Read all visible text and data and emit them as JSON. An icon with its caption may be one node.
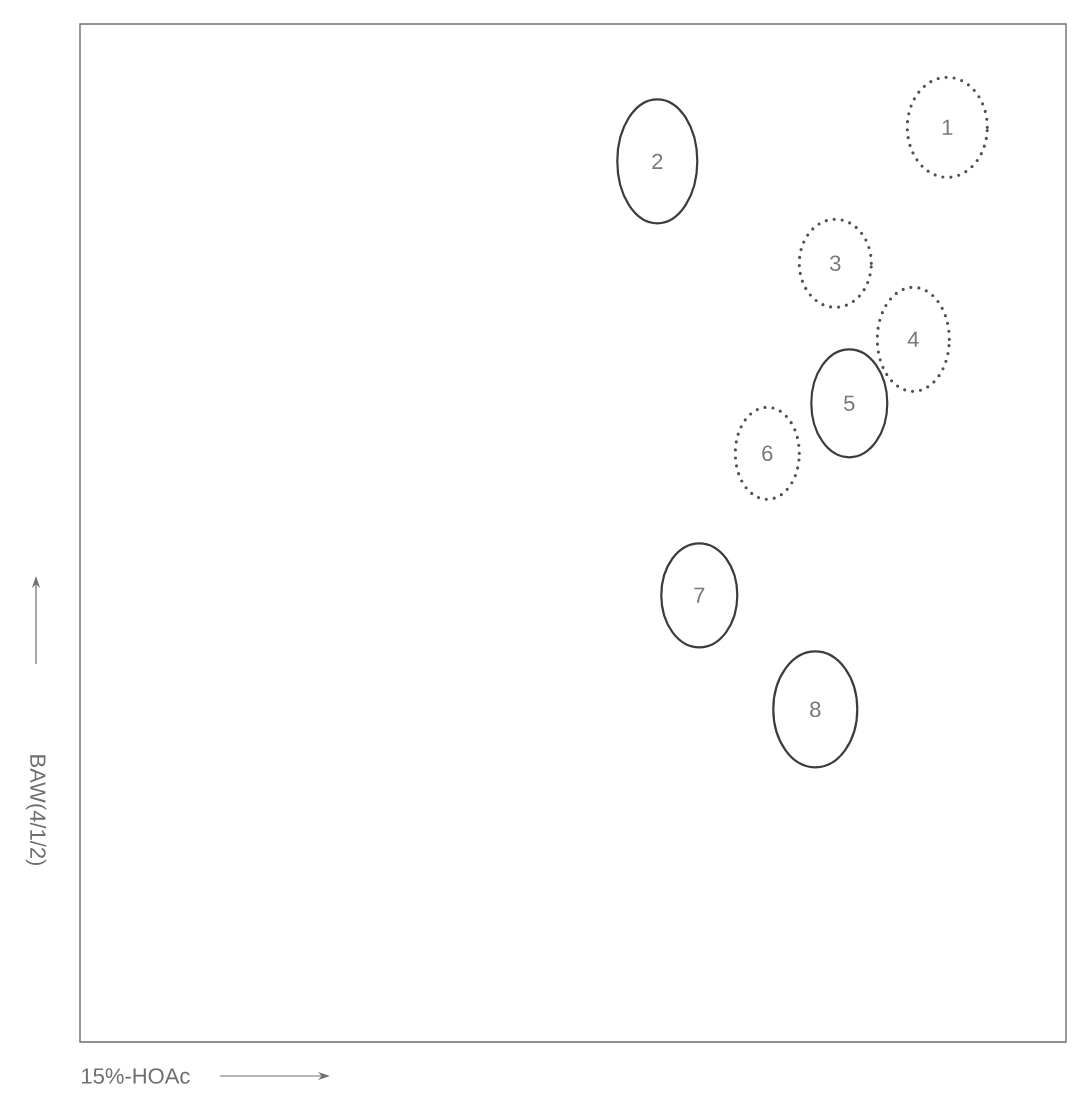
{
  "diagram": {
    "nodes": [
      {
        "text": [],
        "shape": "box"
      },
      {
        "text": [
          "1"
        ],
        "in": 0
      },
      {
        "text": [
          "2"
        ],
        "in": 0
      },
      {
        "text": [
          "3"
        ],
        "in": 0
      },
      {
        "text": [
          "4"
        ],
        "in": 0
      },
      {
        "text": [
          "5"
        ],
        "in": 0
      },
      {
        "text": [
          "6"
        ],
        "in": 0
      },
      {
        "text": [
          "7"
        ],
        "in": 0
      },
      {
        "text": [
          "8"
        ],
        "in": 0
      }
    ],
    "labels": [
      "BAW(4/1/2)",
      "15%-HOAc"
    ]
  }
}
